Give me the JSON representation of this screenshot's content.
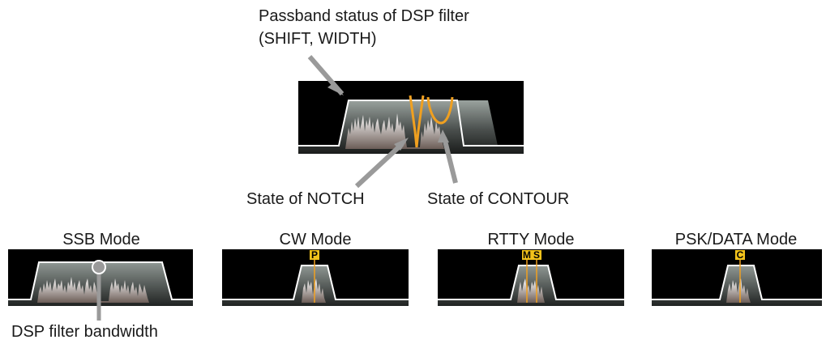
{
  "labels": {
    "passband_line1": "Passband status of DSP filter",
    "passband_line2": "(SHIFT, WIDTH)",
    "notch": "State of NOTCH",
    "contour": "State of CONTOUR",
    "bandwidth": "DSP filter bandwidth"
  },
  "modes": [
    {
      "label": "SSB Mode",
      "badges": []
    },
    {
      "label": "CW Mode",
      "badges": [
        "P"
      ]
    },
    {
      "label": "RTTY Mode",
      "badges": [
        "M",
        "S"
      ]
    },
    {
      "label": "PSK/DATA Mode",
      "badges": [
        "C"
      ]
    }
  ],
  "colors": {
    "panel_bg": "#000000",
    "filter_outline": "#ffffff",
    "marker_orange": "#f0a020",
    "badge_yellow": "#f2c21b",
    "arrow_gray": "#9a9a9a"
  }
}
